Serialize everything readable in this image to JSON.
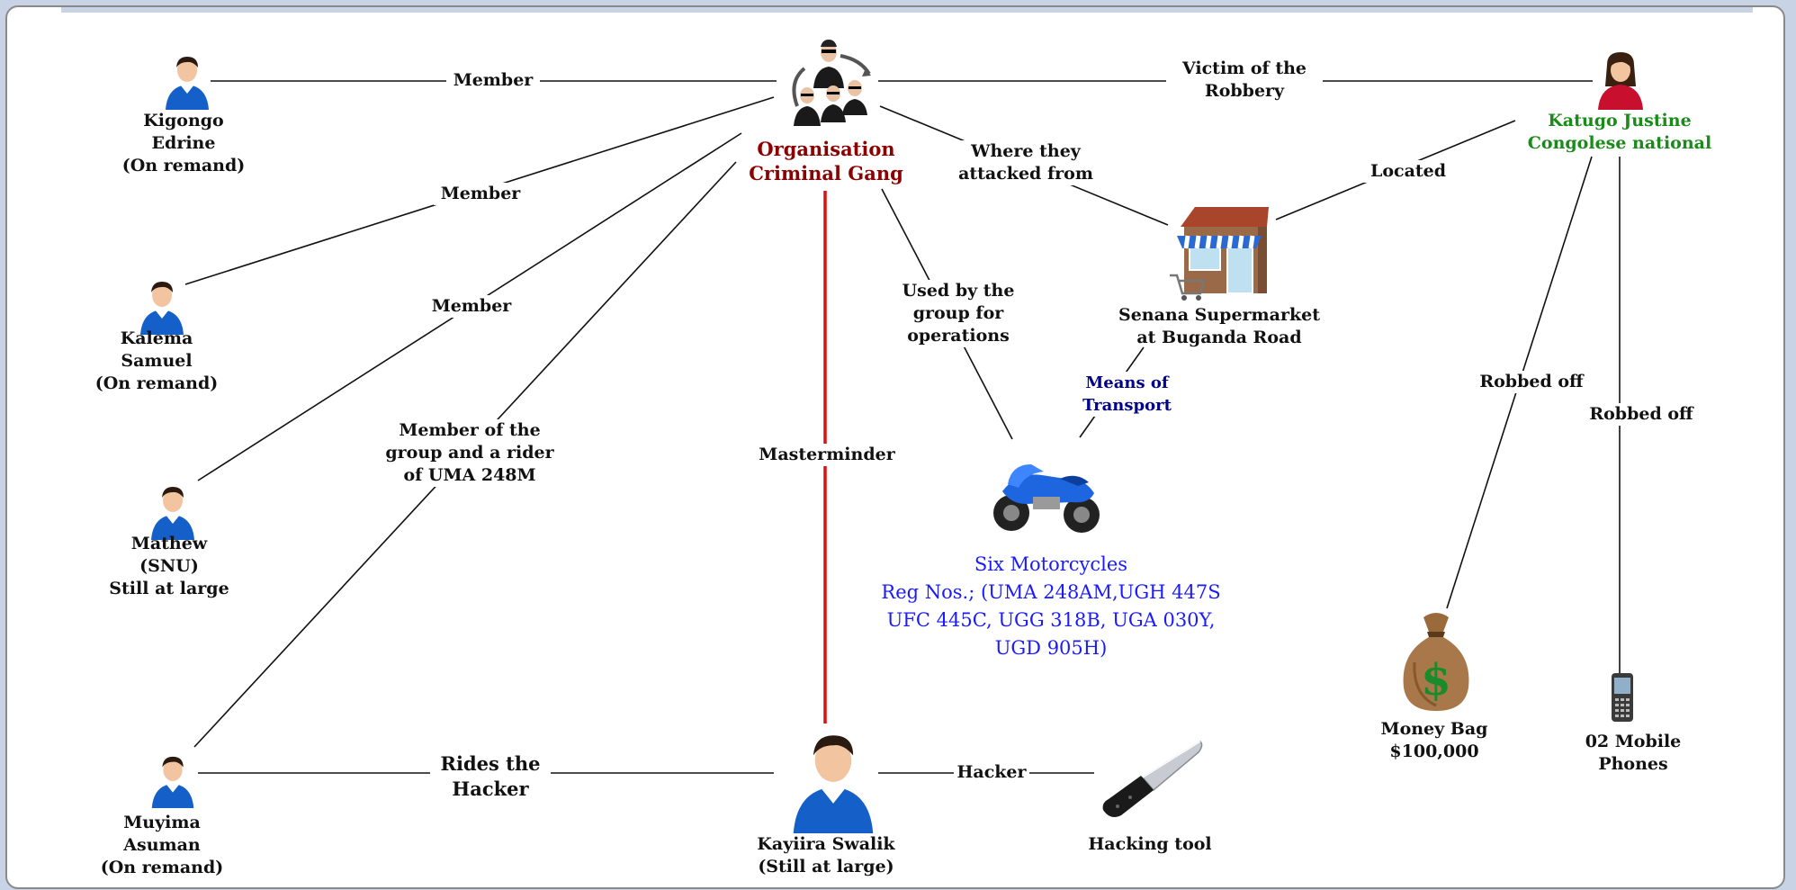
{
  "colors": {
    "line": "#111111",
    "mastermind_line": "#e01010",
    "gang_label": "#8b0000",
    "victim_label": "#1a8a1a",
    "motorcycle_label": "#1a1aff",
    "transport_label": "#00008b",
    "person_shirt": "#1560c8"
  },
  "icons": {
    "person": "person-icon",
    "gang": "group-people-icon",
    "woman": "woman-icon",
    "shop": "supermarket-icon",
    "motorcycle": "motorcycle-icon",
    "money_bag": "money-bag-icon",
    "phone": "mobile-phone-icon",
    "knife": "knife-icon"
  },
  "nodes": {
    "gang": "Organisation\nCriminal Gang",
    "kigongo": "Kigongo\nEdrine\n(On remand)",
    "kalema": "Kalema\nSamuel\n(On remand)",
    "mathew": "Mathew\n(SNU)\nStill at large",
    "muyima": "Muyima\nAsuman\n(On remand)",
    "kayiira": "Kayiira Swalik\n(Still at large)",
    "hacking_tool": "Hacking tool",
    "victim": "Katugo Justine\nCongolese national",
    "supermarket": "Senana Supermarket\nat Buganda Road",
    "motorcycles": "Six Motorcycles\nReg Nos.; (UMA 248AM,UGH 447S\nUFC 445C, UGG 318B, UGA 030Y,\nUGD 905H)",
    "money_bag": "Money Bag\n$100,000",
    "phones": "02 Mobile\nPhones"
  },
  "edges": {
    "member_1": "Member",
    "member_2": "Member",
    "member_3": "Member",
    "member_rider": "Member of the\ngroup and a rider\nof UMA 248M",
    "masterminder": "Masterminder",
    "rides_hacker": "Rides the\nHacker",
    "hacker": "Hacker",
    "victim_of": "Victim of the\nRobbery",
    "attacked_from": "Where they\nattacked from",
    "located": "Located",
    "used_by": "Used by the\ngroup for\noperations",
    "means_transport": "Means of\nTransport",
    "robbed_1": "Robbed off",
    "robbed_2": "Robbed off"
  }
}
